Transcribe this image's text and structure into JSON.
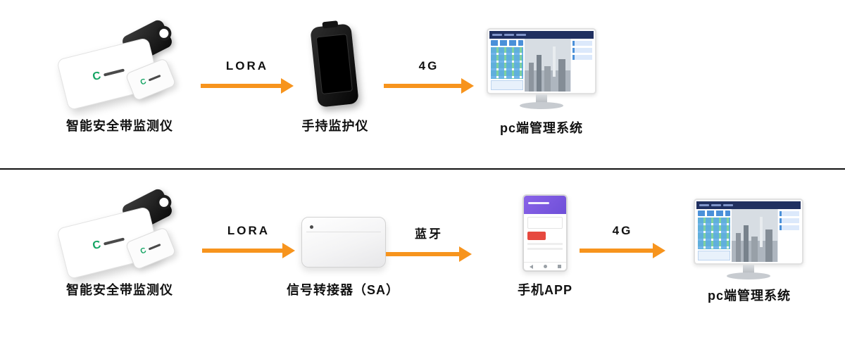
{
  "canvas": {
    "background": "#ffffff",
    "arrow_color": "#f7941d",
    "divider_color": "#111111",
    "label_color": "#111111",
    "logo_color": "#16a564"
  },
  "logo_mark": "C",
  "top_row": {
    "belt_monitor_label": "智能安全带监测仪",
    "arrow_lora_label": "LORA",
    "handheld_label": "手持监护仪",
    "arrow_4g_label": "4G",
    "pc_system_label": "pc端管理系统"
  },
  "bottom_row": {
    "belt_monitor_label": "智能安全带监测仪",
    "arrow_lora_label": "LORA",
    "adapter_label": "信号转接器（SA）",
    "arrow_bluetooth_label": "蓝牙",
    "phone_app_label": "手机APP",
    "arrow_4g_label": "4G",
    "pc_system_label": "pc端管理系统"
  }
}
